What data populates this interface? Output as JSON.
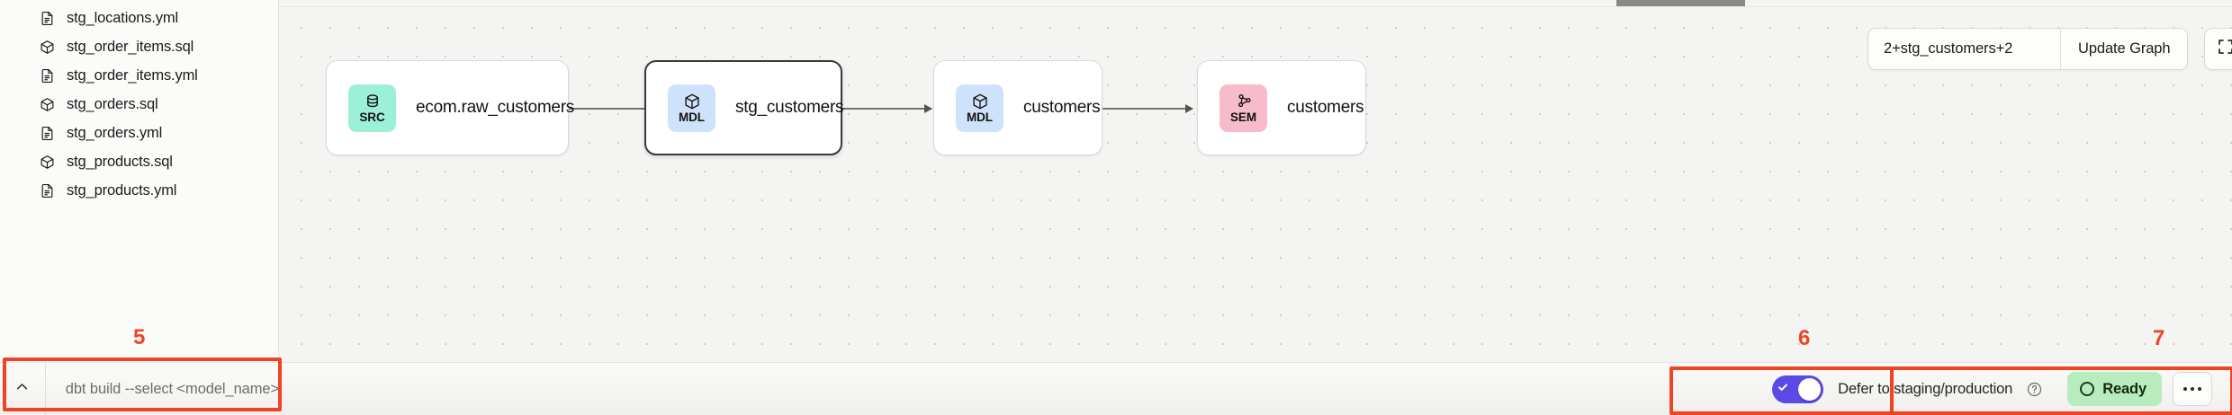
{
  "sidebar": {
    "files": [
      {
        "name": "stg_locations.yml",
        "icon": "file-yml-icon"
      },
      {
        "name": "stg_order_items.sql",
        "icon": "cube-sql-icon"
      },
      {
        "name": "stg_order_items.yml",
        "icon": "file-yml-icon"
      },
      {
        "name": "stg_orders.sql",
        "icon": "cube-sql-icon"
      },
      {
        "name": "stg_orders.yml",
        "icon": "file-yml-icon"
      },
      {
        "name": "stg_products.sql",
        "icon": "cube-sql-icon"
      },
      {
        "name": "stg_products.yml",
        "icon": "file-yml-icon"
      }
    ],
    "command_bar": {
      "collapse_icon": "chevron-up-icon",
      "placeholder": "dbt build --select <model_name>",
      "value": ""
    }
  },
  "graph_toolbar": {
    "selector_value": "2+stg_customers+2",
    "update_button": "Update Graph",
    "fullscreen_icon": "expand-icon",
    "refresh_icon": "refresh-icon"
  },
  "graph": {
    "nodes": [
      {
        "id": "src",
        "badge": "SRC",
        "badge_icon": "database-icon",
        "label": "ecom.raw_customers",
        "badge_color": "#9df0d8",
        "selected": false
      },
      {
        "id": "stg",
        "badge": "MDL",
        "badge_icon": "cube-icon",
        "label": "stg_customers",
        "badge_color": "#cfe2fb",
        "selected": true
      },
      {
        "id": "mdl",
        "badge": "MDL",
        "badge_icon": "cube-icon",
        "label": "customers",
        "badge_color": "#cfe2fb",
        "selected": false
      },
      {
        "id": "sem",
        "badge": "SEM",
        "badge_icon": "network-icon",
        "label": "customers",
        "badge_color": "#f6bccb",
        "selected": false
      }
    ]
  },
  "status_bar": {
    "defer_toggle": {
      "label": "Defer to staging/production",
      "enabled": true,
      "help_icon": "question-circle-icon"
    },
    "ready_badge": {
      "label": "Ready",
      "color": "#b9ecbc"
    },
    "more_button": "more-options-icon"
  },
  "annotations": [
    {
      "number": "5",
      "target": "command-bar"
    },
    {
      "number": "6",
      "target": "defer-toggle-group"
    },
    {
      "number": "7",
      "target": "ready-status-group"
    }
  ],
  "colors": {
    "accent_purple": "#5b4ae8",
    "annotation_red": "#ee4423",
    "ready_green": "#b9ecbc",
    "src_mint": "#9df0d8",
    "mdl_blue": "#cfe2fb",
    "sem_pink": "#f6bccb"
  }
}
